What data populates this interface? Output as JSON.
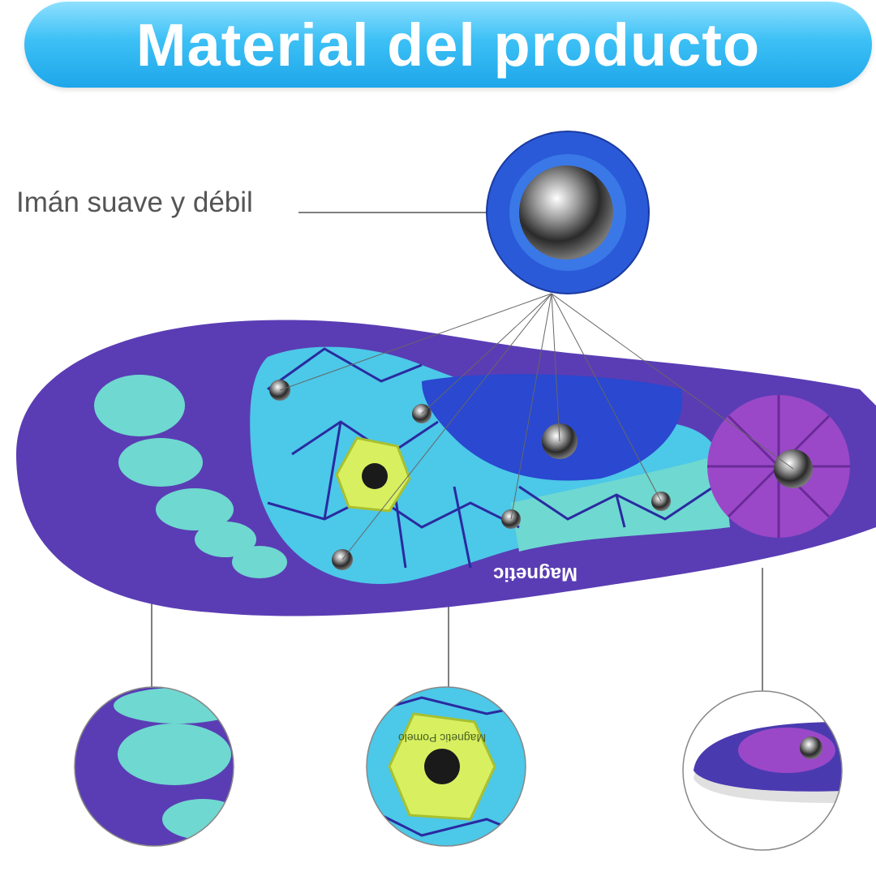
{
  "title": "Material del producto",
  "callout_label": "Imán suave y débil",
  "insole_text": "Magnetic",
  "hexagon_text": "Magnetic Pomelo",
  "colors": {
    "banner": "#2bb5f0",
    "insole_purple": "#5a3db4",
    "pad_cyan": "#4cc8e8",
    "toe_mint": "#6fd8d0",
    "arch_blue": "#2a48d0",
    "heel_purple": "#9a48c8",
    "hexagon_yellow": "#d8f060"
  }
}
